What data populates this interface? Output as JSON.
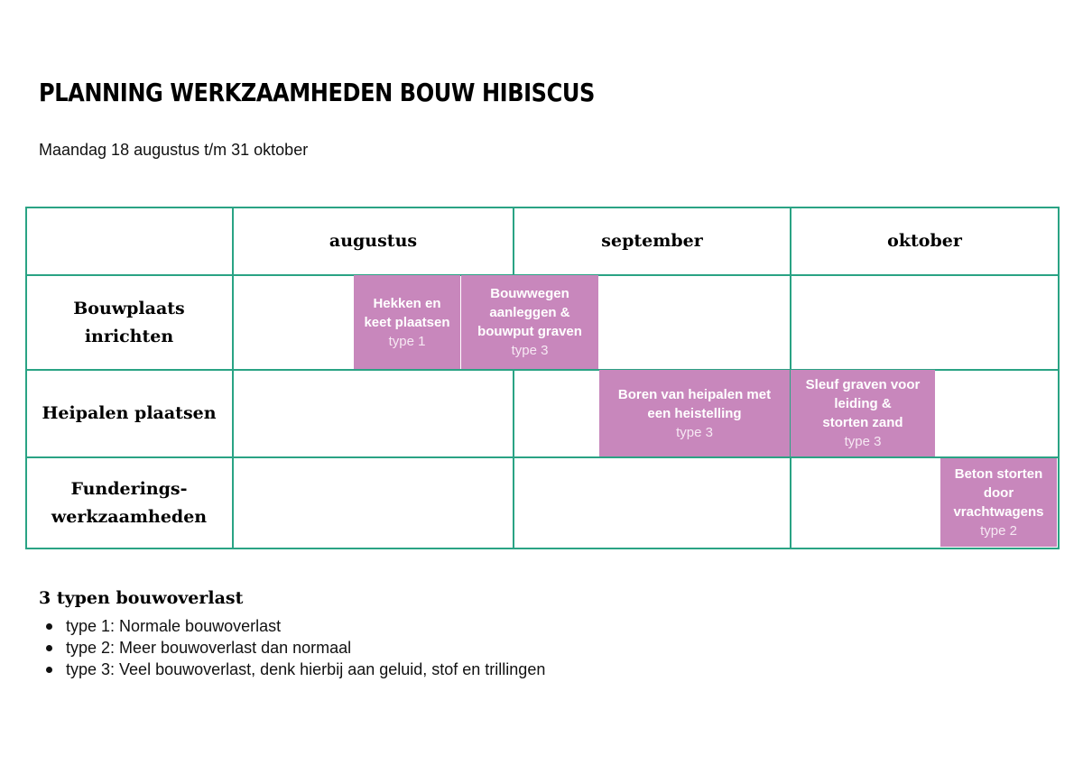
{
  "header": {
    "title": "PLANNING WERKZAAMHEDEN BOUW HIBISCUS",
    "subtitle": "Maandag 18 augustus t/m 31 oktober"
  },
  "table": {
    "months": [
      "augustus",
      "september",
      "oktober"
    ],
    "rows": [
      {
        "label_lines": [
          "Bouwplaats",
          "inrichten"
        ]
      },
      {
        "label_lines": [
          "Heipalen plaatsen"
        ]
      },
      {
        "label_lines": [
          "Funderings-",
          "werkzaamheden"
        ]
      }
    ],
    "tasks": [
      {
        "name_lines": [
          "Hekken en",
          "keet plaatsen"
        ],
        "type": "type 1"
      },
      {
        "name_lines": [
          "Bouwwegen",
          "aanleggen &",
          "bouwput graven"
        ],
        "type": "type 3"
      },
      {
        "name_lines": [
          "Boren van heipalen met",
          "een heistelling"
        ],
        "type": "type 3"
      },
      {
        "name_lines": [
          "Sleuf graven voor",
          "leiding  &",
          "storten zand"
        ],
        "type": "type 3"
      },
      {
        "name_lines": [
          "Beton storten",
          "door",
          "vrachtwagens"
        ],
        "type": "type 2"
      }
    ],
    "task_color": "#c887bc",
    "grid_color": "#2aa384"
  },
  "legend": {
    "title": "3 typen bouwoverlast",
    "items": [
      "type 1: Normale bouwoverlast",
      "type 2: Meer bouwoverlast dan normaal",
      "type 3: Veel bouwoverlast, denk hierbij aan geluid, stof en trillingen"
    ]
  }
}
